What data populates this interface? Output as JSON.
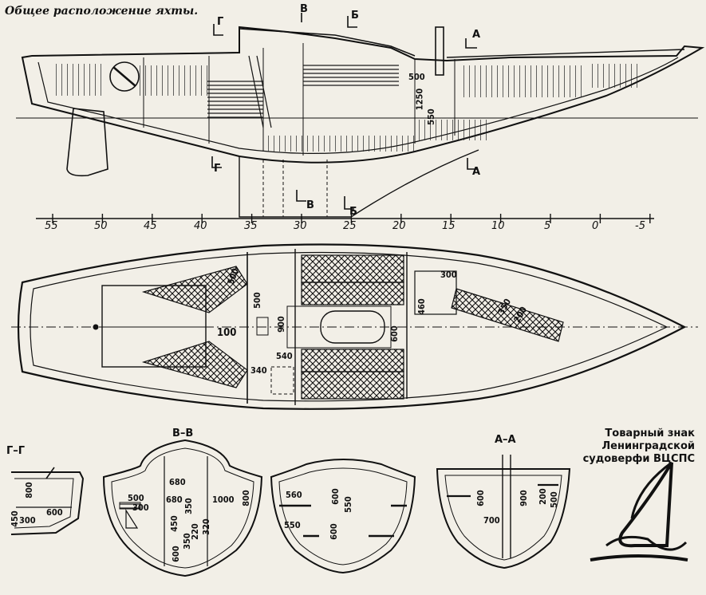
{
  "title": "Общее расположение яхты.",
  "section_marks": {
    "g_top": "Г",
    "v_top": "В",
    "b_top": "Б",
    "a_top": "А",
    "g_bot": "Г",
    "v_bot": "В",
    "b_bot": "Б",
    "a_bot": "А"
  },
  "scale_labels": [
    "55",
    "50",
    "45",
    "40",
    "35",
    "30",
    "25",
    "20",
    "15",
    "10",
    "5",
    "0",
    "-5"
  ],
  "profile_dims": {
    "d500": "500",
    "d1250": "1250",
    "d550": "550"
  },
  "plan_dims": {
    "d500a": "500",
    "d500b": "500",
    "d100": "100",
    "d900": "900",
    "d540": "540",
    "d340": "340",
    "d300": "300",
    "d460": "460",
    "d600": "600",
    "d350": "350",
    "d200": "200"
  },
  "sections": {
    "gg": {
      "label": "Г–Г",
      "dims": [
        "800",
        "600",
        "450",
        "300"
      ]
    },
    "vv": {
      "label": "В–В",
      "dims": [
        "680",
        "680",
        "500",
        "300",
        "450",
        "350",
        "600",
        "350",
        "220",
        "320",
        "1000",
        "800"
      ]
    },
    "bb": {
      "label": "Б–Б",
      "dims": [
        "560",
        "550",
        "600",
        "600",
        "550"
      ]
    },
    "aa": {
      "label": "А–А",
      "dims": [
        "600",
        "900",
        "700",
        "200",
        "500"
      ]
    }
  },
  "trademark": {
    "line1": "Товарный знак",
    "line2": "Ленинградской",
    "line3": "судоверфи ВЦСПС"
  }
}
